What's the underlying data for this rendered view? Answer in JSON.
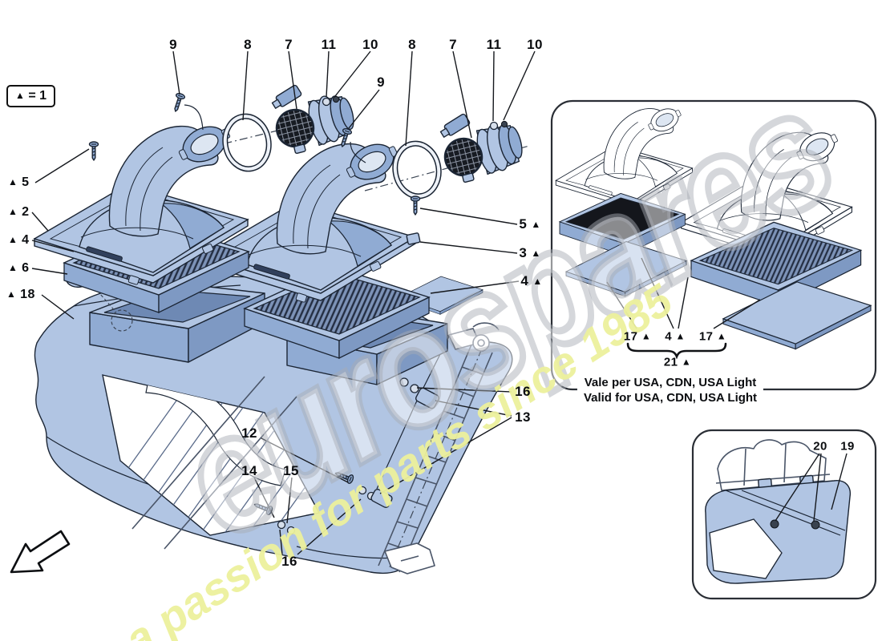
{
  "legend": {
    "symbol": "▲",
    "equals_text": "= 1"
  },
  "watermark": {
    "brand": "eurospares",
    "tagline": "a passion for parts since 1985"
  },
  "labels": {
    "n2": "2",
    "n3": "3",
    "n4": "4",
    "n5": "5",
    "n6": "6",
    "n7": "7",
    "n8": "8",
    "n9": "9",
    "n10": "10",
    "n11": "11",
    "n12": "12",
    "n13": "13",
    "n14": "14",
    "n15": "15",
    "n16": "16",
    "n17": "17",
    "n18": "18",
    "n19": "19",
    "n20": "20",
    "n21": "21"
  },
  "inset_usa": {
    "note_line1": "Vale per USA, CDN, USA Light",
    "note_line2": "Valid for USA, CDN, USA Light"
  },
  "colors": {
    "part_fill": "#b1c5e3",
    "part_shade": "#90abd3",
    "part_dark": "#7e99c3",
    "line": "#1b2534",
    "outline_gray": "#4a5568",
    "box_border": "#2a2e35",
    "label": "#0b0d10"
  }
}
